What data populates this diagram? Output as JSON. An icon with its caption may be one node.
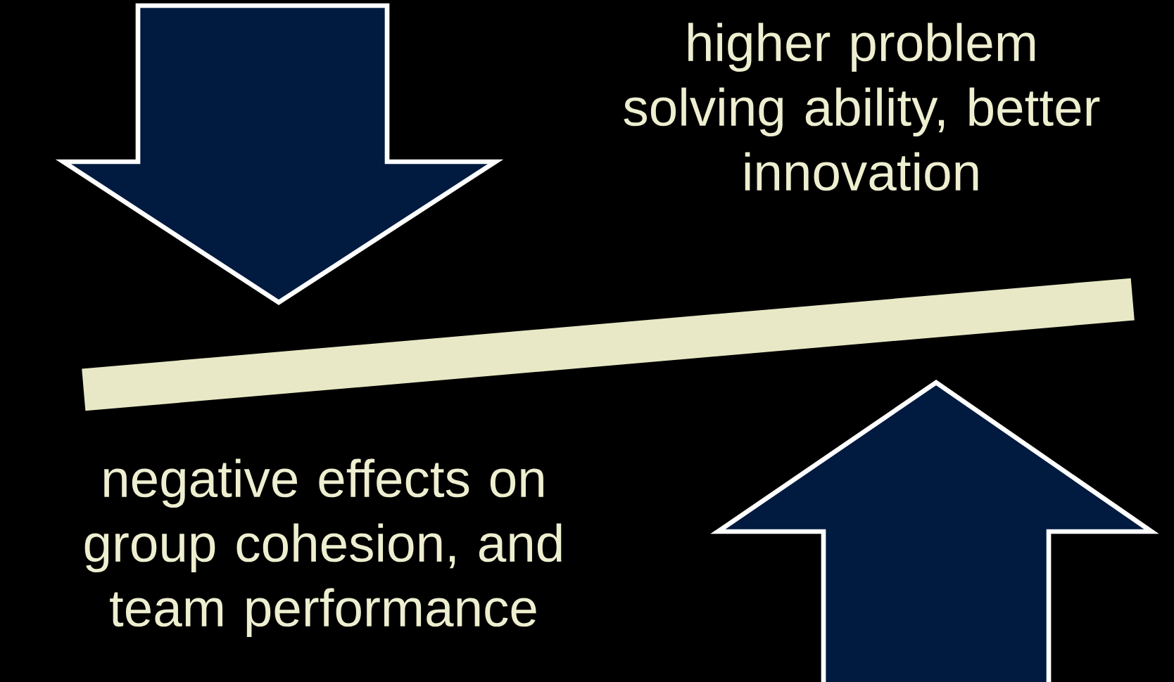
{
  "diagram": {
    "nodes": [
      {
        "text": [],
        "shape": "bar"
      }
    ],
    "labels": [
      "higher problem solving ability, better innovation",
      "negative effects on group cohesion, and team performance"
    ]
  }
}
